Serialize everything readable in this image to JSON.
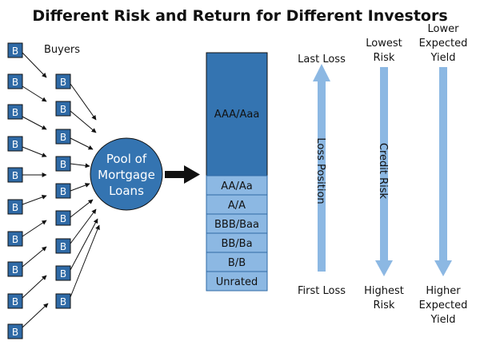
{
  "title": "Different Risk and Return for Different Investors",
  "buyers_label": "Buyers",
  "buyer_letter": "B",
  "pool": [
    "Pool of",
    "Mortgage",
    "Loans"
  ],
  "tranches": [
    "AAA/Aaa",
    "AA/Aa",
    "A/A",
    "BBB/Baa",
    "BB/Ba",
    "B/B",
    "Unrated"
  ],
  "arrows": [
    {
      "top": [
        "Last Loss"
      ],
      "bottom": [
        "First Loss"
      ],
      "axis": "Loss Position"
    },
    {
      "top": [
        "Lowest",
        "Risk"
      ],
      "bottom": [
        "Highest",
        "Risk"
      ],
      "axis": "Credit Risk"
    },
    {
      "top": [
        "Lower",
        "Expected",
        "Yield"
      ],
      "bottom": [
        "Higher",
        "Expected",
        "Yield"
      ],
      "axis": ""
    }
  ],
  "colors": {
    "buyer_fill": "#2f6aa6",
    "pool_fill": "#3474b1",
    "senior_fill": "#3474b1",
    "tranche_fill": "#8cb8e3",
    "arrow_fill": "#8cb8e3"
  }
}
